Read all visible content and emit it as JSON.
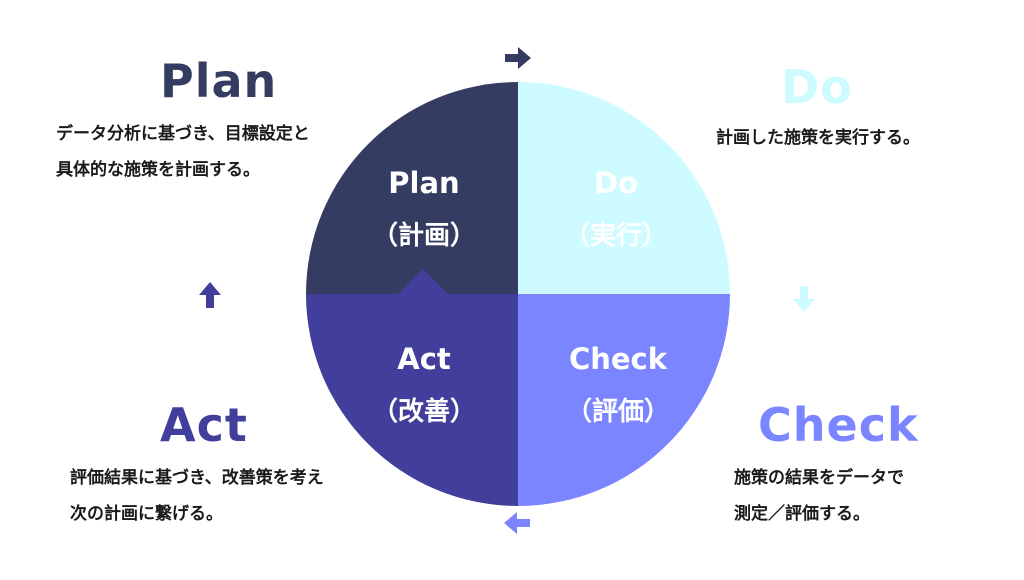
{
  "phases": {
    "plan": {
      "title": "Plan",
      "desc_line1": "データ分析に基づき、目標設定と",
      "desc_line2": "具体的な施策を計画する。",
      "segment_label": "Plan",
      "segment_sub": "（計画）"
    },
    "do": {
      "title": "Do",
      "desc_line1": "計画した施策を実行する。",
      "segment_label": "Do",
      "segment_sub": "（実行）"
    },
    "check": {
      "title": "Check",
      "desc_line1": "施策の結果をデータで",
      "desc_line2": "測定／評価する。",
      "segment_label": "Check",
      "segment_sub": "（評価）"
    },
    "act": {
      "title": "Act",
      "desc_line1": "評価結果に基づき、改善策を考え",
      "desc_line2": "次の計画に繋げる。",
      "segment_label": "Act",
      "segment_sub": "（改善）"
    }
  },
  "colors": {
    "plan": "#353c61",
    "do": "#cdfbff",
    "check": "#7a85ff",
    "act": "#413f9b",
    "plan_title": "#353c61",
    "do_title": "#cdfbff",
    "check_title": "#7a85ff",
    "act_title": "#413f9b",
    "segment_text_light": "#ffffff"
  },
  "icons": {
    "top": "arrow-right-icon",
    "right": "arrow-down-icon",
    "bottom": "arrow-left-icon",
    "left": "arrow-up-icon"
  }
}
